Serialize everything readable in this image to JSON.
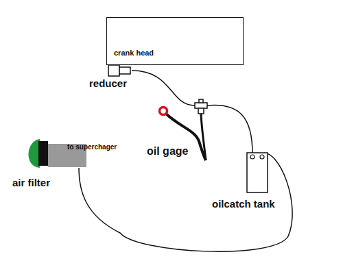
{
  "diagram": {
    "nodes": [
      {
        "text": [
          "crank head"
        ]
      },
      {
        "text": [
          "reducer"
        ]
      },
      {
        "text": [
          "oilcatch tank"
        ]
      },
      {
        "text": [
          "to superchager"
        ]
      },
      {
        "text": [
          "air filter"
        ]
      }
    ],
    "edges": [
      {
        "from": 1,
        "to": 2,
        "arrow": "none"
      },
      {
        "from": 2,
        "to": 3,
        "arrow": "none"
      }
    ],
    "labels": [
      "oil gage"
    ]
  }
}
